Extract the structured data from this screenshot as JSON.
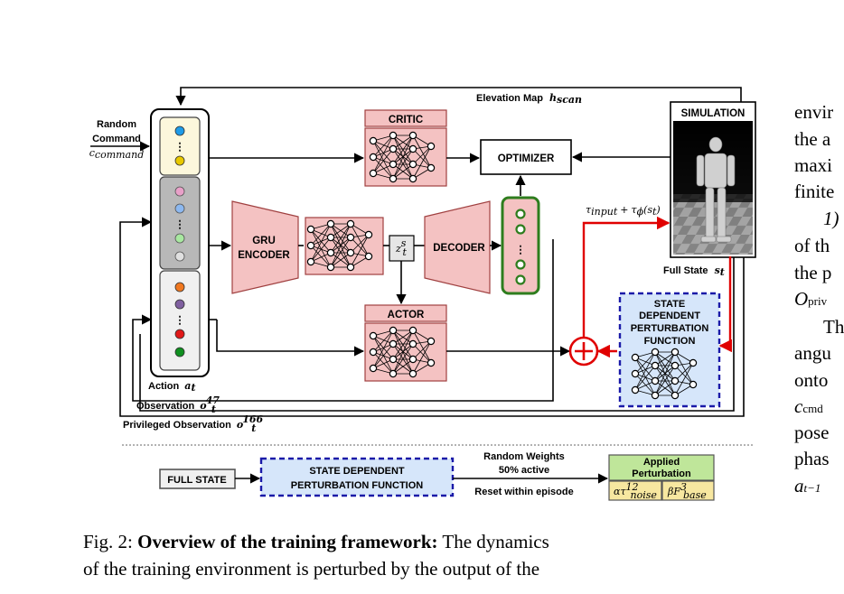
{
  "figure": {
    "elevation_map": {
      "text": "Elevation Map",
      "symbol": "h",
      "subscript": "scan"
    },
    "random_command": {
      "line1": "Random",
      "line2": "Command",
      "symbol": "c",
      "subscript": "command"
    },
    "critic": "CRITIC",
    "optimizer": "OPTIMIZER",
    "simulation": "SIMULATION",
    "gru_encoder": {
      "line1": "GRU",
      "line2": "ENCODER"
    },
    "latent": {
      "symbol": "z",
      "superscript": "s",
      "subscript": "t"
    },
    "decoder": "DECODER",
    "actor": "ACTOR",
    "torque": {
      "base": "τ",
      "sub1": "input",
      "plus": "+",
      "base2": "τ",
      "sub2": "ϕ",
      "arg": "(s",
      "argsub": "t",
      "close": ")"
    },
    "full_state_label": {
      "text": "Full State",
      "symbol": "s",
      "subscript": "t"
    },
    "perturbation_box": {
      "line1": "STATE",
      "line2": "DEPENDENT",
      "line3": "PERTURBATION",
      "line4": "FUNCTION"
    },
    "action": {
      "text": "Action",
      "symbol": "a",
      "subscript": "t"
    },
    "observation": {
      "text": "Observation",
      "symbol": "o",
      "superscript": "47",
      "subscript": "t"
    },
    "privileged_observation": {
      "text": "Privileged Observation",
      "symbol": "o",
      "superscript": "166",
      "subscript": "t"
    },
    "bottom": {
      "full_state": "FULL STATE",
      "sdpf_line1": "STATE DEPENDENT",
      "sdpf_line2": "PERTURBATION FUNCTION",
      "random_weights": "Random Weights",
      "active": "50% active",
      "reset": "Reset within episode",
      "applied_line1": "Applied",
      "applied_line2": "Perturbation",
      "noise": {
        "coef": "α",
        "base": "τ",
        "superscript": "12",
        "subscript": "noise"
      },
      "base_force": {
        "coef": "β",
        "base": "F",
        "superscript": "3",
        "subscript": "base"
      }
    },
    "colors": {
      "pink_fill": "#f4c2c2",
      "pink_stroke": "#a04040",
      "blue_fill": "#d6e6fa",
      "blue_dash": "#1a1aa8",
      "green_stroke": "#2e7d1e",
      "green_fill": "#bfe69a",
      "red": "#e00000"
    }
  },
  "caption": {
    "label": "Fig. 2:",
    "bold": "Overview of the training framework:",
    "line1_rest": "The dynamics",
    "line2": "of the training environment is perturbed by the output of the"
  },
  "right_column": {
    "lines": [
      "envir",
      "the a",
      "maxi",
      "finite",
      "1)",
      "of th",
      "the p",
      "O",
      "Th",
      "angu",
      "onto",
      "c",
      "pose",
      "phas",
      "a"
    ],
    "line8_sub": "priv",
    "line12_sub": "cmd",
    "line15_sub": "t−1"
  }
}
